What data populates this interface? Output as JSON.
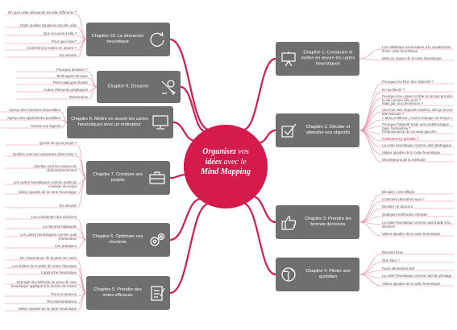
{
  "center": {
    "line1_bold": "Organisez",
    "line1_rest": " vos",
    "line2_bold": "idées",
    "line2_rest": " avec le",
    "line3": "Mind Mapping"
  },
  "chapters": {
    "ch1": {
      "label": "Chapitre 1. Construire et mettre en œuvre les cartes heuristiques",
      "leaves": [
        "Les matériaux nécessaires à la construction d'une carte heuristique",
        "Mise en œuvre de la carte heuristique"
      ]
    },
    "ch2": {
      "label": "Chapitre 2. Décider et atteindre nos objectifs",
      "leaves": [
        "Pourquoi me fixer des objectifs ?",
        "Et ma liberté ?",
        "Pourquoi me casser la tête et ne pas prendre la vie comme elle vient ?",
        "Mais par où commencer ?",
        "Une fois mes objectifs clarifiés, dois-je foncer tête baissée ?",
        "« Mon problème, c'est le manque de temps »",
        "Pourquoi l'objectif reste une problématique dans l'entreprise ?",
        "Prédominance du cerveau gauche",
        "Comment s'y prendre ?",
        "La carte heuristique comme outil stratégique",
        "Valeur ajoutée de la carte heuristique",
        "Déclinaisons de la méthode"
      ]
    },
    "ch3": {
      "label": "Chapitre 3. Prendre les bonnes décisions",
      "leaves": [
        "Décider, c'est difficile",
        "Comment décidons-nous ?",
        "Décider en douceur",
        "Quelques méthodes choisies",
        "La carte heuristique comme outil d'aide à la décision",
        "Valeur ajoutée de la carte heuristique"
      ]
    },
    "ch4": {
      "label": "Chapitre 4. Piloter son quotidien",
      "leaves": [
        "État des lieux",
        "Que faire ?",
        "Nous admettons tant",
        "La carte heuristique comme outil de pilotage",
        "Valeur ajoutée de la carte heuristique"
      ]
    },
    "ch5": {
      "label": "Chapitre 5. Prendre des notes efficaces",
      "leaves": [
        "De l'importance de la prise de notes",
        "Les limites de la prise de notes classique",
        "L'approche heuristique",
        "Exemple de méthode de prise de note heuristique appliqué à la lecture de textes",
        "Trucs et astuces",
        "Recommandations",
        "Valeur ajoutée de la carte heuristique"
      ]
    },
    "ch6": {
      "label": "Chapitre 6. Optimiser ses réunions",
      "leaves": [
        "Les contraintes des réunions",
        "La réponse habituelle",
        "Les cartes heuristiques comme outil d'animation",
        "Cas pratiques"
      ]
    },
    "ch7": {
      "label": "Chapitre 7. Conduire ses projets",
      "leaves": [
        "Qu'est-ce qu'un projet ?",
        "Quelles sont les contraintes observées ?",
        "Quelles sont les causes de dysfonctionnement",
        "Les cartes heuristiques comme outils de conduite de projet",
        "Valeur ajoutée de la carte heuristique",
        "En résumé"
      ]
    },
    "ch8": {
      "label": "Chapitre 8. Mettre en œuvre les cartes heuristiques avec un ordinateur",
      "leaves": [
        "Aperçu des fonctions disponibles",
        "Aperçu des applications possibles",
        "Choisir son logiciel"
      ]
    },
    "ch9": {
      "label": "Chapitre 9. Dessiner",
      "leaves": [
        "Pourquoi dessiner ?",
        "Techniques de base",
        "Petit catalogue illustré",
        "Autres éléments graphiques",
        "Ressources"
      ]
    },
    "ch10": {
      "label": "Chapitre 10. La démarche heuristique",
      "leaves": [
        "En quoi cette démarche est-elle différente ?",
        "Dans quelles situations est-elle utile",
        "Que recouvre-t-elle ?",
        "Pour quoi faire?",
        "Comment la mettre en œuvre ?",
        "En résumé"
      ]
    }
  },
  "icons": {
    "ch1": "easel-icon",
    "ch2": "checkmark-icon",
    "ch3": "thumbs-up-icon",
    "ch4": "globe-icon",
    "ch5": "notepad-icon",
    "ch6": "gears-icon",
    "ch7": "briefcase-icon",
    "ch8": "monitor-icon",
    "ch9": "brush-icon",
    "ch10": "cycle-arrow-icon"
  },
  "colors": {
    "center": "#d51b4c",
    "node": "#6f6f6f",
    "branch": "#d51b4c",
    "underline": "#e38aa0",
    "leaf_text": "#555555",
    "leaf_text_accent": "#c4123d"
  }
}
